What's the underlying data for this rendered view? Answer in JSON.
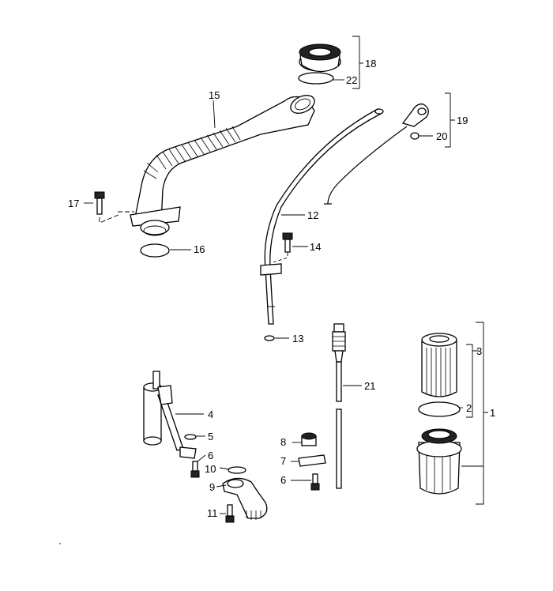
{
  "diagram": {
    "part_numbers": {
      "p1": "1",
      "p2": "2",
      "p3": "3",
      "p4": "4",
      "p5": "5",
      "p6a": "6",
      "p6b": "6",
      "p7": "7",
      "p8": "8",
      "p9": "9",
      "p10": "10",
      "p11": "11",
      "p12": "12",
      "p13": "13",
      "p14": "14",
      "p15": "15",
      "p16": "16",
      "p17": "17",
      "p18": "18",
      "p19": "19",
      "p20": "20",
      "p21": "21",
      "p22": "22"
    }
  }
}
